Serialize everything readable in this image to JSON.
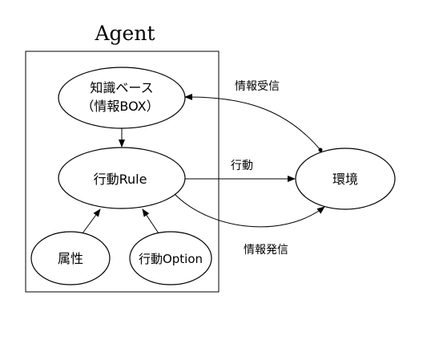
{
  "agent": {
    "title": "Agent"
  },
  "nodes": {
    "knowledge": {
      "line1": "知識ベース",
      "line2": "（情報BOX）"
    },
    "action_rule": {
      "label": "行動Rule"
    },
    "attribute": {
      "label": "属性"
    },
    "action_option": {
      "label": "行動Option"
    },
    "environment": {
      "label": "環境"
    }
  },
  "edges": {
    "info_receive": "情報受信",
    "action": "行動",
    "info_send": "情報発信"
  },
  "colors": {
    "line": "#000000",
    "background": "#ffffff"
  }
}
